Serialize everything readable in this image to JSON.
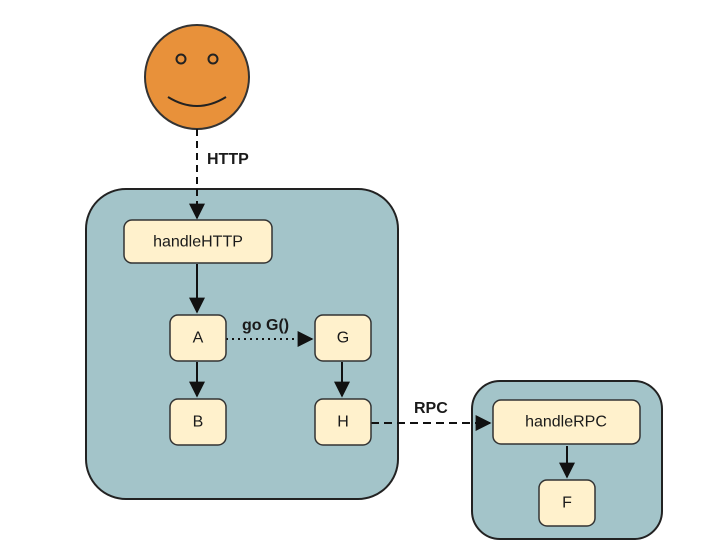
{
  "colors": {
    "server_fill": "#a3c4c9",
    "server_stroke": "#222222",
    "node_fill": "#fff1cc",
    "node_stroke": "#333333",
    "face_fill": "#e8913a",
    "face_stroke": "#333333",
    "edge": "#111111"
  },
  "nodes": {
    "handle_http": "handleHTTP",
    "a": "A",
    "b": "B",
    "g": "G",
    "h": "H",
    "handle_rpc": "handleRPC",
    "f": "F"
  },
  "edges": {
    "http": "HTTP",
    "go_g": "go G()",
    "rpc": "RPC"
  },
  "icons": {
    "user": "smiley-face-icon"
  }
}
